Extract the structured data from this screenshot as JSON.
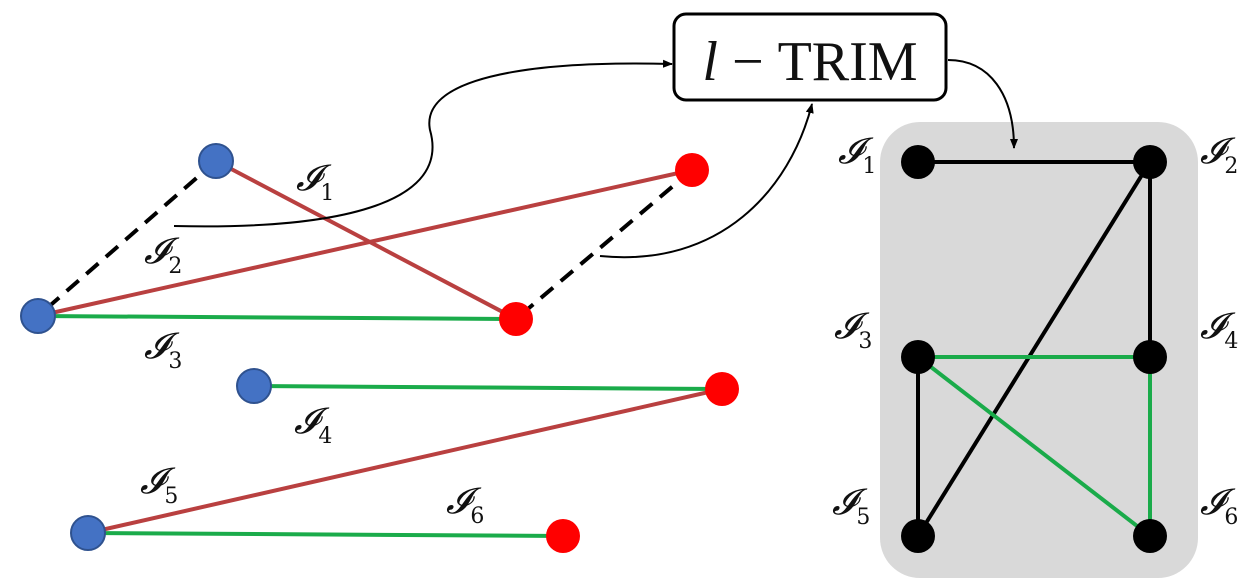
{
  "colors": {
    "blue_node": "#4472c4",
    "red_node": "#ff0000",
    "red_edge": "#b94040",
    "green_edge": "#1aab4a",
    "black": "#000000",
    "panel_bg": "#d9d9d9"
  },
  "left_graph": {
    "nodes": [
      {
        "id": "b1",
        "type": "blue"
      },
      {
        "id": "b2",
        "type": "blue"
      },
      {
        "id": "b3",
        "type": "blue"
      },
      {
        "id": "b4",
        "type": "blue"
      },
      {
        "id": "r1",
        "type": "red"
      },
      {
        "id": "r2",
        "type": "red"
      },
      {
        "id": "r3",
        "type": "red"
      },
      {
        "id": "r4",
        "type": "red"
      }
    ],
    "edges": [
      {
        "from": "b1",
        "to": "r2",
        "style": "red"
      },
      {
        "from": "b2",
        "to": "r1",
        "style": "red"
      },
      {
        "from": "b2",
        "to": "r2",
        "style": "green"
      },
      {
        "from": "b3",
        "to": "r3",
        "style": "green"
      },
      {
        "from": "b4",
        "to": "r3",
        "style": "red"
      },
      {
        "from": "b4",
        "to": "r4",
        "style": "green"
      },
      {
        "from": "b1",
        "to": "b2",
        "style": "dashed"
      },
      {
        "from": "r1",
        "to": "r2",
        "style": "dashed"
      }
    ],
    "labels": [
      {
        "base": "𝓘",
        "sub": "1"
      },
      {
        "base": "𝓘",
        "sub": "2"
      },
      {
        "base": "𝓘",
        "sub": "3"
      },
      {
        "base": "𝓘",
        "sub": "4"
      },
      {
        "base": "𝓘",
        "sub": "5"
      },
      {
        "base": "𝓘",
        "sub": "6"
      }
    ]
  },
  "trim_box": {
    "prefix": "l",
    "operator": "−",
    "word": "TRIM"
  },
  "right_graph": {
    "nodes": [
      {
        "id": "I1",
        "base": "𝓘",
        "sub": "1"
      },
      {
        "id": "I2",
        "base": "𝓘",
        "sub": "2"
      },
      {
        "id": "I3",
        "base": "𝓘",
        "sub": "3"
      },
      {
        "id": "I4",
        "base": "𝓘",
        "sub": "4"
      },
      {
        "id": "I5",
        "base": "𝓘",
        "sub": "5"
      },
      {
        "id": "I6",
        "base": "𝓘",
        "sub": "6"
      }
    ],
    "edges": [
      {
        "from": "I1",
        "to": "I2",
        "style": "black"
      },
      {
        "from": "I2",
        "to": "I4",
        "style": "black"
      },
      {
        "from": "I2",
        "to": "I5",
        "style": "black"
      },
      {
        "from": "I3",
        "to": "I5",
        "style": "black"
      },
      {
        "from": "I3",
        "to": "I4",
        "style": "green"
      },
      {
        "from": "I3",
        "to": "I6",
        "style": "green"
      },
      {
        "from": "I4",
        "to": "I6",
        "style": "green"
      }
    ]
  }
}
